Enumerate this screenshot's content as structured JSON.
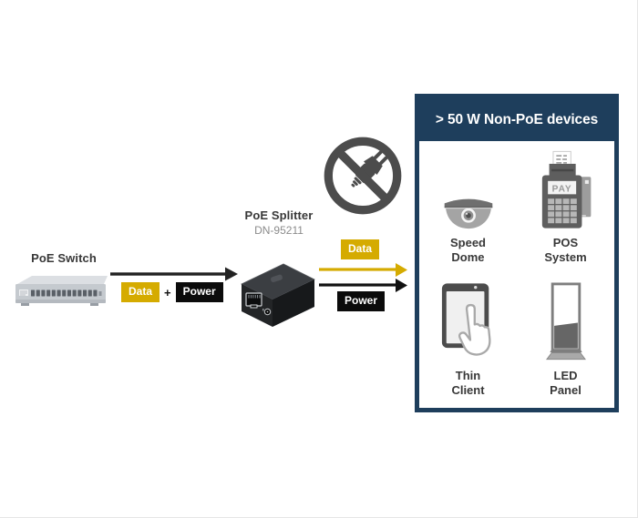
{
  "colors": {
    "accent_yellow": "#d5ab00",
    "navy": "#1e3e5c",
    "ink": "#0b0b0b",
    "icon_gray": "#4c4c4c",
    "label_text": "#383838",
    "model_text": "#8b8b8b"
  },
  "source": {
    "switch_label": "PoE Switch"
  },
  "uplink": {
    "data_badge": "Data",
    "plus": "+",
    "power_badge": "Power"
  },
  "splitter": {
    "title": "PoE Splitter",
    "model": "DN-95211"
  },
  "outputs": {
    "data_badge": "Data",
    "power_badge": "Power"
  },
  "panel": {
    "title": "> 50 W Non-PoE devices",
    "pos_display": "PAY",
    "devices": [
      {
        "id": "speed-dome",
        "line1": "Speed",
        "line2": "Dome"
      },
      {
        "id": "pos-system",
        "line1": "POS",
        "line2": "System"
      },
      {
        "id": "thin-client",
        "line1": "Thin",
        "line2": "Client"
      },
      {
        "id": "led-panel",
        "line1": "LED",
        "line2": "Panel"
      }
    ]
  }
}
